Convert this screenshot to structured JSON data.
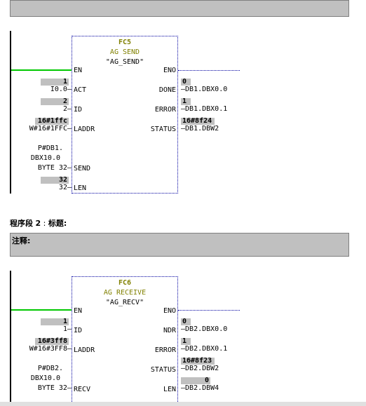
{
  "top_comment": {
    "text": ""
  },
  "segment2": {
    "prefix": "程序段",
    "number": "2",
    "separator": " : ",
    "title": "标题:"
  },
  "comment2": {
    "label": "注释:"
  },
  "fc5": {
    "name": "FC5",
    "title": "AG SEND",
    "instance": "\"AG_SEND\"",
    "pins": {
      "en": "EN",
      "eno": "ENO",
      "act": "ACT",
      "id": "ID",
      "laddr": "LADDR",
      "send": "SEND",
      "len": "LEN",
      "done": "DONE",
      "error": "ERROR",
      "status": "STATUS"
    },
    "act_value": "1",
    "act_operand": "I0.0",
    "id_value": "2",
    "id_operand": "2",
    "laddr_value": "16#1ffc",
    "laddr_operand": "W#16#1FFC",
    "send_line1": "P#DB1.",
    "send_line2": "DBX10.0",
    "send_line3": "BYTE 32",
    "len_value": "32",
    "len_operand": "32",
    "done_value": "0",
    "done_operand": "DB1.DBX0.0",
    "error_value": "1",
    "error_operand": "DB1.DBX0.1",
    "status_value": "16#8f24",
    "status_operand": "DB1.DBW2"
  },
  "fc6": {
    "name": "FC6",
    "title": "AG RECEIVE",
    "instance": "\"AG_RECV\"",
    "pins": {
      "en": "EN",
      "eno": "ENO",
      "id": "ID",
      "laddr": "LADDR",
      "recv": "RECV",
      "ndr": "NDR",
      "error": "ERROR",
      "status": "STATUS",
      "len": "LEN"
    },
    "id_value": "1",
    "id_operand": "1",
    "laddr_value": "16#3ff8",
    "laddr_operand": "W#16#3FF8",
    "recv_line1": "P#DB2.",
    "recv_line2": "DBX10.0",
    "recv_line3": "BYTE 32",
    "ndr_value": "0",
    "ndr_operand": "DB2.DBX0.0",
    "error_value": "1",
    "error_operand": "DB2.DBX0.1",
    "status_value": "16#8f23",
    "status_operand": "DB2.DBW2",
    "len_value": "0",
    "len_operand": "DB2.DBW4"
  }
}
